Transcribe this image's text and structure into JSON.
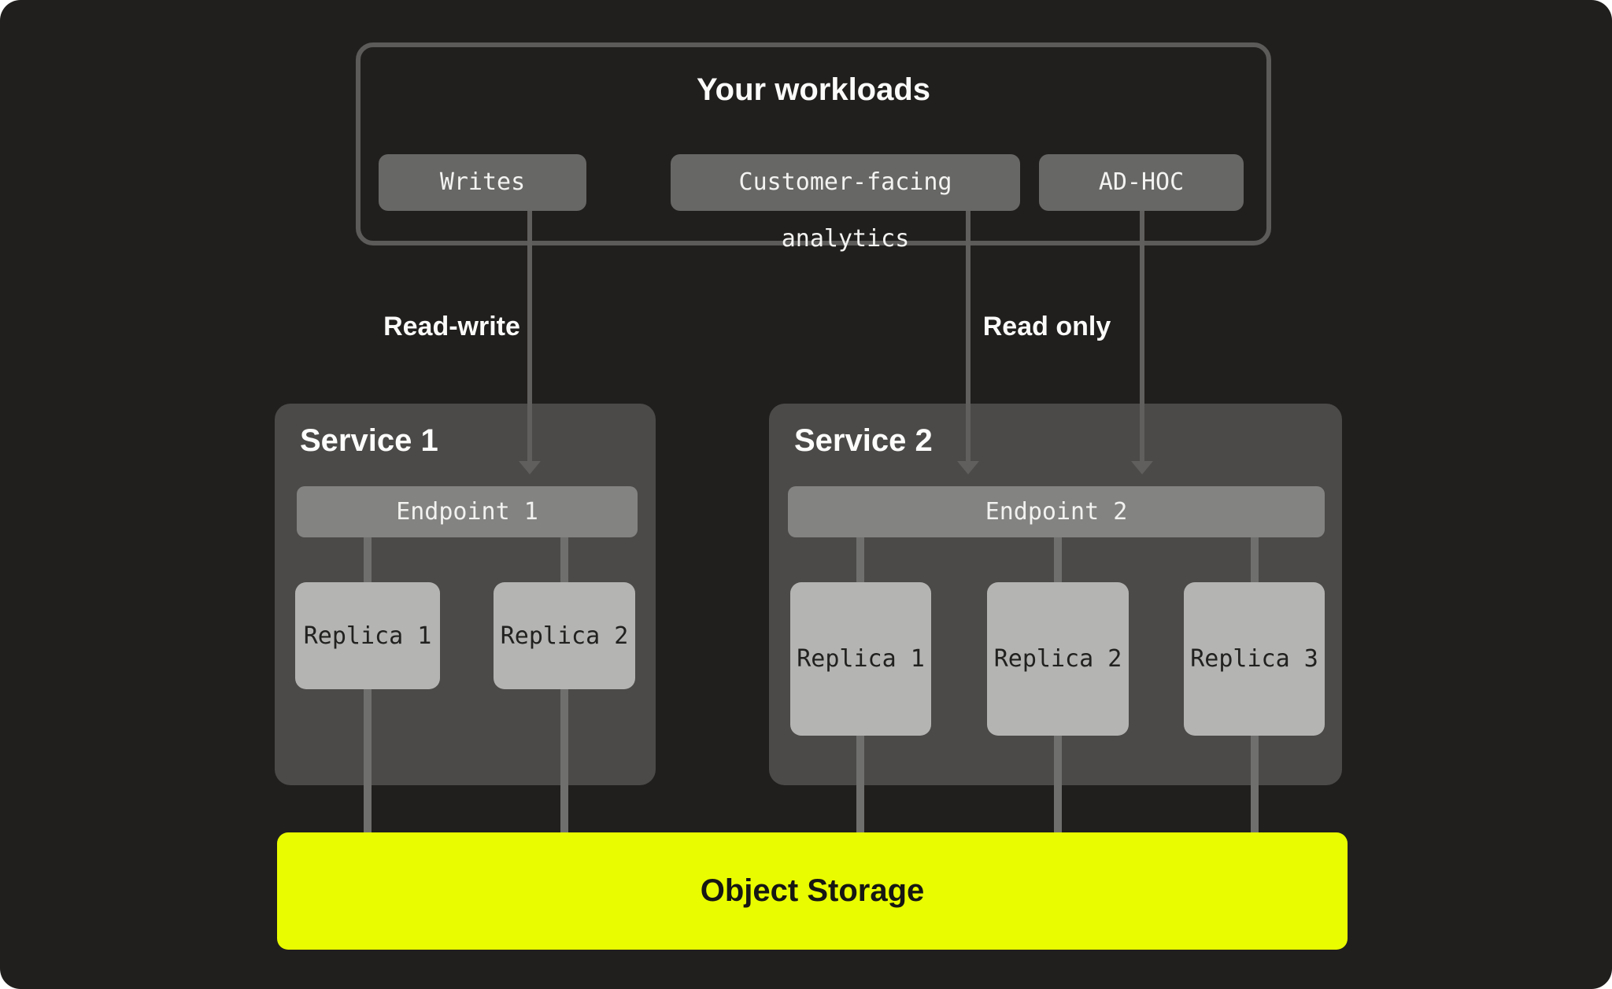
{
  "workloads": {
    "title": "Your workloads",
    "buttons": [
      {
        "label": "Writes"
      },
      {
        "label": "Customer-facing analytics"
      },
      {
        "label": "AD-HOC"
      }
    ]
  },
  "flows": {
    "read_write": "Read-write",
    "read_only": "Read only"
  },
  "services": [
    {
      "title": "Service 1",
      "endpoint_label": "Endpoint 1",
      "replicas": [
        "Replica 1",
        "Replica 2"
      ]
    },
    {
      "title": "Service 2",
      "endpoint_label": "Endpoint 2",
      "replicas": [
        "Replica 1",
        "Replica 2",
        "Replica 3"
      ]
    }
  ],
  "storage": {
    "label": "Object Storage"
  },
  "colors": {
    "background": "#211f1d",
    "workloads_border": "#5c5b59",
    "workload_button": "#676765",
    "service_box": "#4b4a48",
    "endpoint_bar": "#838381",
    "replica_box": "#b4b4b2",
    "connector_line": "#6f6f6d",
    "arrow_line": "#605f5d",
    "storage_yellow": "#e9fc00",
    "text_light": "#fbfbfa",
    "text_dark": "#21211f"
  }
}
